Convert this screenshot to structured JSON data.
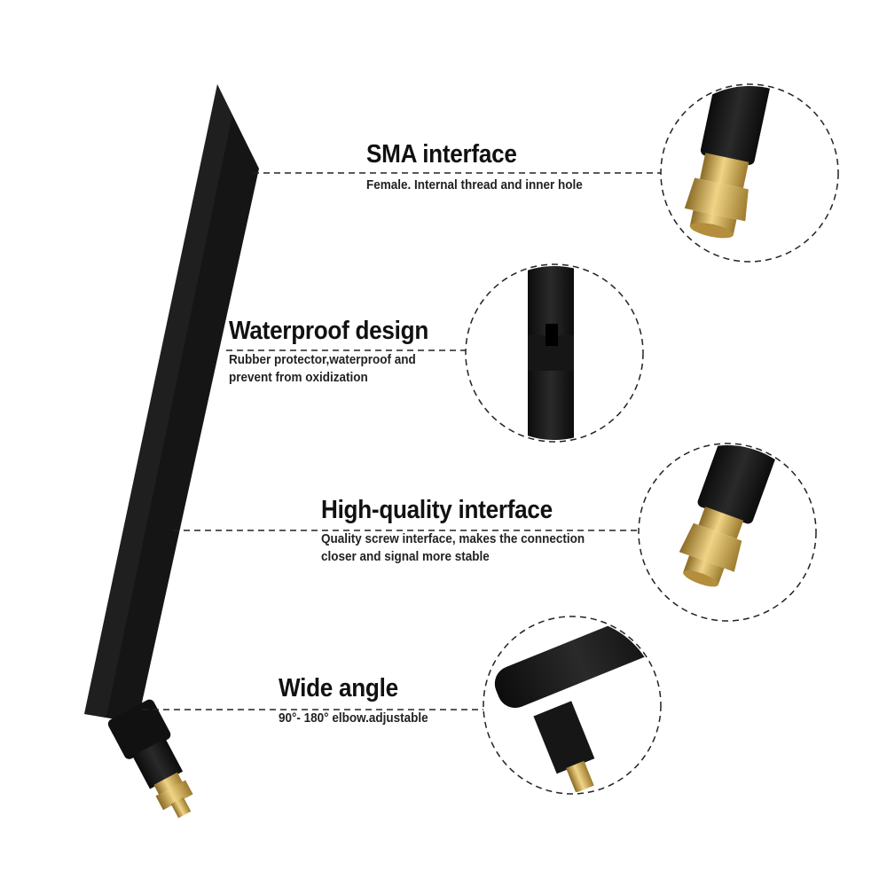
{
  "features": [
    {
      "title": "SMA interface",
      "desc_lines": [
        "Female. Internal thread and inner hole"
      ]
    },
    {
      "title": "Waterproof design",
      "desc_lines": [
        "Rubber protector,waterproof and",
        "prevent from oxidization"
      ]
    },
    {
      "title": "High-quality interface",
      "desc_lines": [
        "Quality screw interface, makes the connection",
        "closer and signal more stable"
      ]
    },
    {
      "title": "Wide angle",
      "desc_lines": [
        "90°- 180° elbow.adjustable"
      ]
    }
  ],
  "colors": {
    "antenna": "#141414",
    "gold": "#c9a24a",
    "dash": "#222222"
  }
}
